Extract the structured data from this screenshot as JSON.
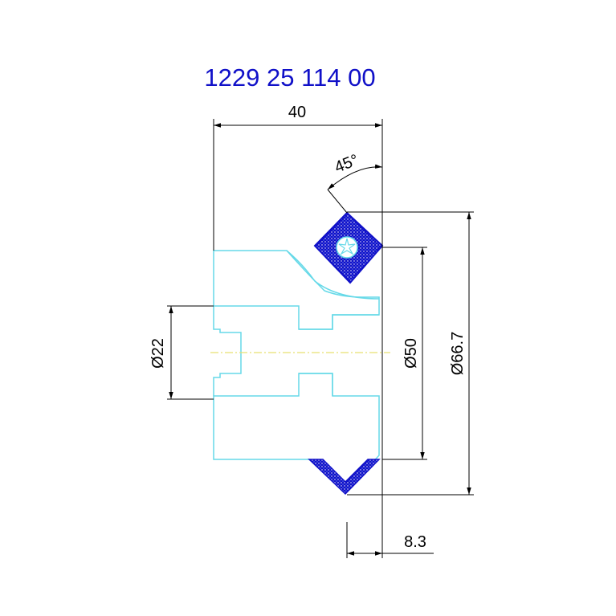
{
  "drawing": {
    "part_number": "1229 25 114 00",
    "dimensions": {
      "overall_width": "40",
      "chamfer_angle": "45°",
      "bore_diameter": "Ø22",
      "seat_diameter": "Ø50",
      "outer_diameter": "Ø66.7",
      "offset": "8.3"
    },
    "colors": {
      "part_number_text": "#1010c8",
      "part_outline": "#66d9e8",
      "section_hatch": "#1a1aa8",
      "seal_fill": "#1010c8",
      "center_line": "#e8e070",
      "dimension_lines": "#000000"
    }
  }
}
